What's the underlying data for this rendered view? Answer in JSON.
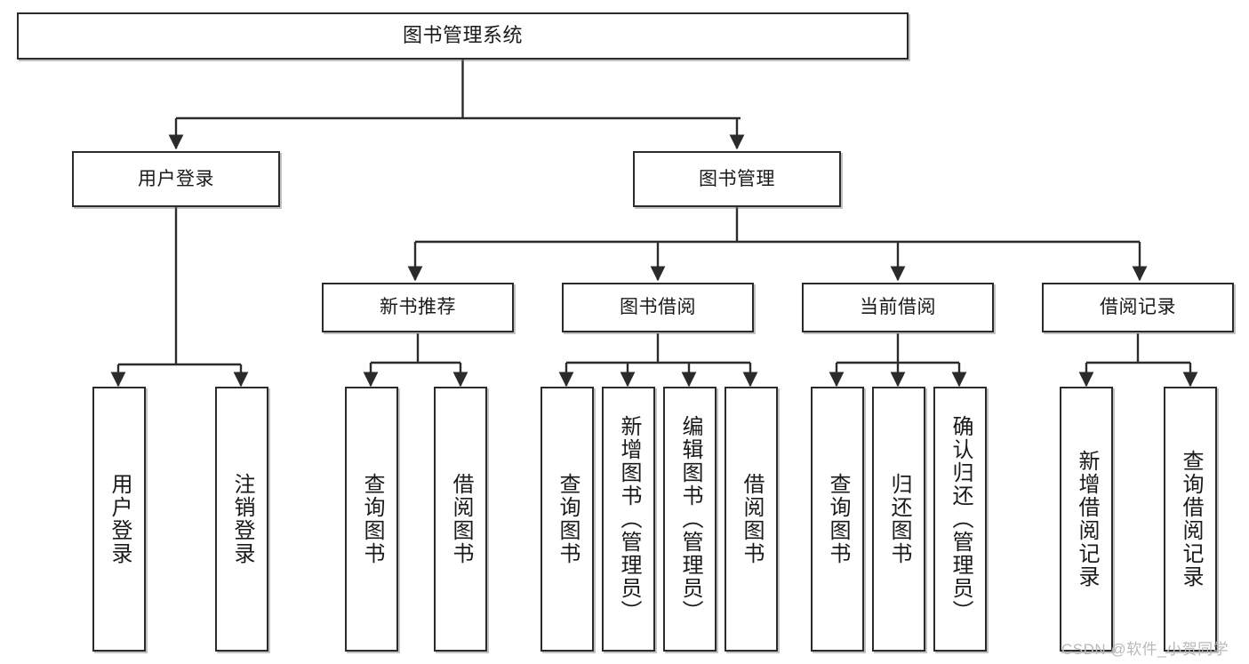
{
  "diagram": {
    "type": "tree-hierarchy",
    "title": "图书管理系统",
    "root": {
      "label": "图书管理系统",
      "id": "root"
    },
    "level2": [
      {
        "id": "user-login",
        "label": "用户登录"
      },
      {
        "id": "book-management",
        "label": "图书管理"
      }
    ],
    "level3": [
      {
        "id": "new-book-recommend",
        "label": "新书推荐",
        "parent": "book-management"
      },
      {
        "id": "book-borrow",
        "label": "图书借阅",
        "parent": "book-management"
      },
      {
        "id": "current-borrow",
        "label": "当前借阅",
        "parent": "book-management"
      },
      {
        "id": "borrow-record",
        "label": "借阅记录",
        "parent": "book-management"
      }
    ],
    "leaves": [
      {
        "id": "leaf-user-login",
        "label": "用户登录",
        "parent": "user-login"
      },
      {
        "id": "leaf-logout",
        "label": "注销登录",
        "parent": "user-login"
      },
      {
        "id": "leaf-query-book-1",
        "label": "查询图书",
        "parent": "new-book-recommend"
      },
      {
        "id": "leaf-borrow-book-1",
        "label": "借阅图书",
        "parent": "new-book-recommend"
      },
      {
        "id": "leaf-query-book-2",
        "label": "查询图书",
        "parent": "book-borrow"
      },
      {
        "id": "leaf-add-book",
        "label": "新增图书（管理员）",
        "parent": "book-borrow"
      },
      {
        "id": "leaf-edit-book",
        "label": "编辑图书（管理员）",
        "parent": "book-borrow"
      },
      {
        "id": "leaf-borrow-book-2",
        "label": "借阅图书",
        "parent": "book-borrow"
      },
      {
        "id": "leaf-query-book-3",
        "label": "查询图书",
        "parent": "current-borrow"
      },
      {
        "id": "leaf-return-book",
        "label": "归还图书",
        "parent": "current-borrow"
      },
      {
        "id": "leaf-confirm-return",
        "label": "确认归还（管理员）",
        "parent": "current-borrow"
      },
      {
        "id": "leaf-add-record",
        "label": "新增借阅记录",
        "parent": "borrow-record"
      },
      {
        "id": "leaf-query-record",
        "label": "查询借阅记录",
        "parent": "borrow-record"
      }
    ]
  },
  "watermark": {
    "text": "CSDN @软件_小贺同学"
  },
  "colors": {
    "border": "#2b2b2b",
    "background": "#ffffff",
    "text": "#1a1a1a",
    "watermark": "#b9b9b9"
  }
}
